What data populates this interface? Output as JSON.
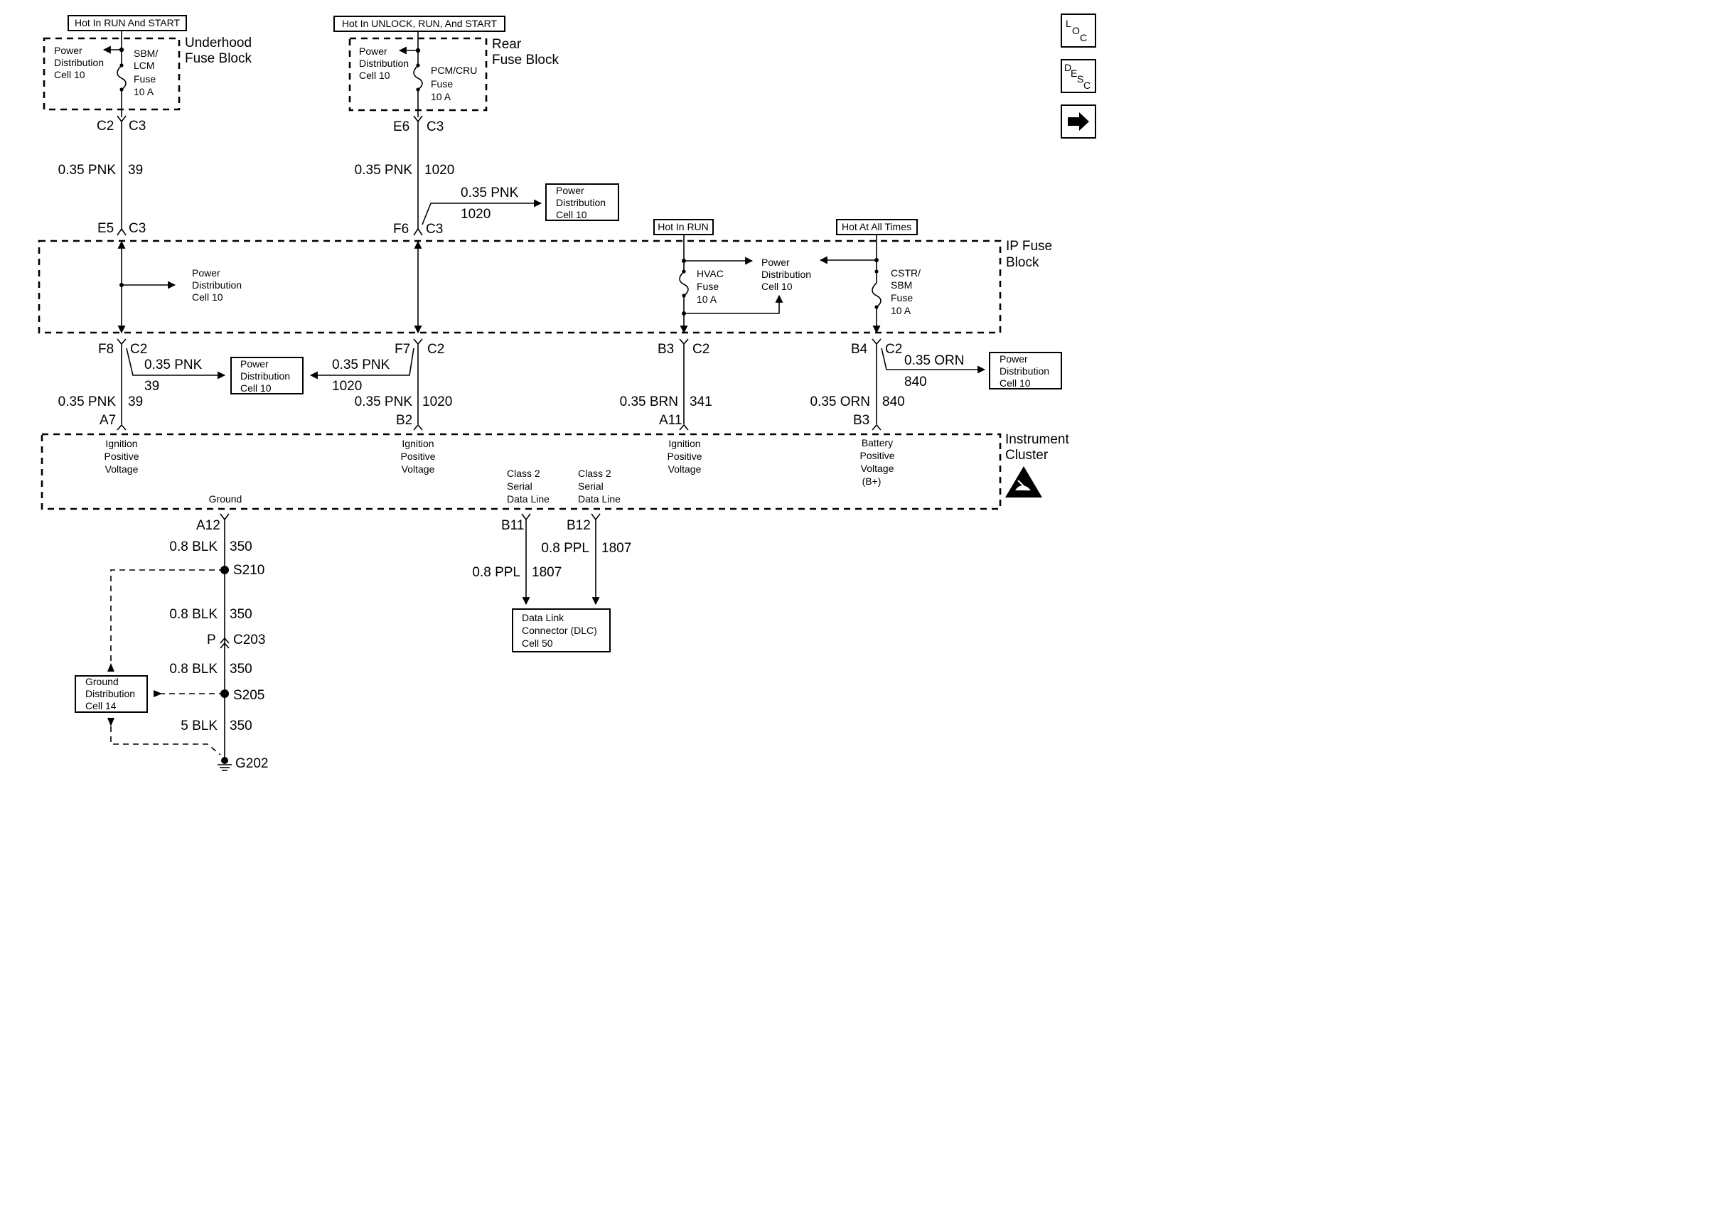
{
  "hot_labels": {
    "run_start": "Hot In RUN And START",
    "unlock_run_start": "Hot In UNLOCK, RUN, And START",
    "run": "Hot In RUN",
    "all_times": "Hot At All Times"
  },
  "blocks": {
    "underhood": [
      "Underhood",
      "Fuse Block"
    ],
    "rear": [
      "Rear",
      "Fuse Block"
    ],
    "ip": [
      "IP Fuse",
      "Block"
    ],
    "cluster": [
      "Instrument",
      "Cluster"
    ]
  },
  "fuses": {
    "sbm_lcm": [
      "SBM/",
      "LCM",
      "Fuse",
      "10  A"
    ],
    "pcm_cru": [
      "PCM/CRU",
      "Fuse",
      "10 A"
    ],
    "hvac": [
      "HVAC",
      "Fuse",
      "10 A"
    ],
    "cstr_sbm": [
      "CSTR/",
      "SBM",
      "Fuse",
      "10 A"
    ]
  },
  "power_dist": [
    "Power",
    "Distribution",
    "Cell 10"
  ],
  "ground_dist": [
    "Ground",
    "Distribution",
    "Cell 14"
  ],
  "dlc": [
    "Data Link",
    "Connector (DLC)",
    "Cell 50"
  ],
  "connectors": {
    "c2_top": "C2",
    "c3_a": "C3",
    "e6": "E6",
    "c3_b": "C3",
    "e5": "E5",
    "c3_c": "C3",
    "f6": "F6",
    "c3_d": "C3",
    "f8": "F8",
    "c2_a": "C2",
    "f7": "F7",
    "c2_b": "C2",
    "b3": "B3",
    "c2_c": "C2",
    "b4": "B4",
    "c2_d": "C2",
    "a7": "A7",
    "b2": "B2",
    "a11": "A11",
    "b3_cl": "B3",
    "a12": "A12",
    "b11": "B11",
    "b12": "B12",
    "s210": "S210",
    "p": "P",
    "c203": "C203",
    "s205": "S205",
    "g202": "G202"
  },
  "wires": {
    "w1_size": "0.35 PNK",
    "w1_num": "39",
    "w2_size": "0.35 PNK",
    "w2_num": "1020",
    "w3_size": "0.35 PNK",
    "w3_num": "1020",
    "w4_size": "0.35 PNK",
    "w4_num": "39",
    "w5_size": "0.35 PNK",
    "w5_num": "1020",
    "w6_size": "0.35 ORN",
    "w6_num": "840",
    "w7_size": "0.35 PNK",
    "w7_num": "39",
    "w8_size": "0.35 PNK",
    "w8_num": "1020",
    "w9_size": "0.35 BRN",
    "w9_num": "341",
    "w10_size": "0.35 ORN",
    "w10_num": "840",
    "g1_size": "0.8 BLK",
    "g1_num": "350",
    "g2_size": "0.8 BLK",
    "g2_num": "350",
    "g3_size": "0.8 BLK",
    "g3_num": "350",
    "g4_size": "5 BLK",
    "g4_num": "350",
    "d1_size": "0.8 PPL",
    "d1_num": "1807",
    "d2_size": "0.8 PPL",
    "d2_num": "1807"
  },
  "cluster_pins": {
    "ign1": [
      "Ignition",
      "Positive",
      "Voltage"
    ],
    "ign2": [
      "Ignition",
      "Positive",
      "Voltage"
    ],
    "ign3": [
      "Ignition",
      "Positive",
      "Voltage"
    ],
    "batt": [
      "Battery",
      "Positive",
      "Voltage",
      "(B+)"
    ],
    "ground": "Ground",
    "class2_a": [
      "Class 2",
      "Serial",
      "Data Line"
    ],
    "class2_b": [
      "Class 2",
      "Serial",
      "Data Line"
    ]
  },
  "nav": {
    "loc": [
      "L",
      "O",
      "C"
    ],
    "desc": [
      "D",
      "E",
      "S",
      "C"
    ]
  }
}
